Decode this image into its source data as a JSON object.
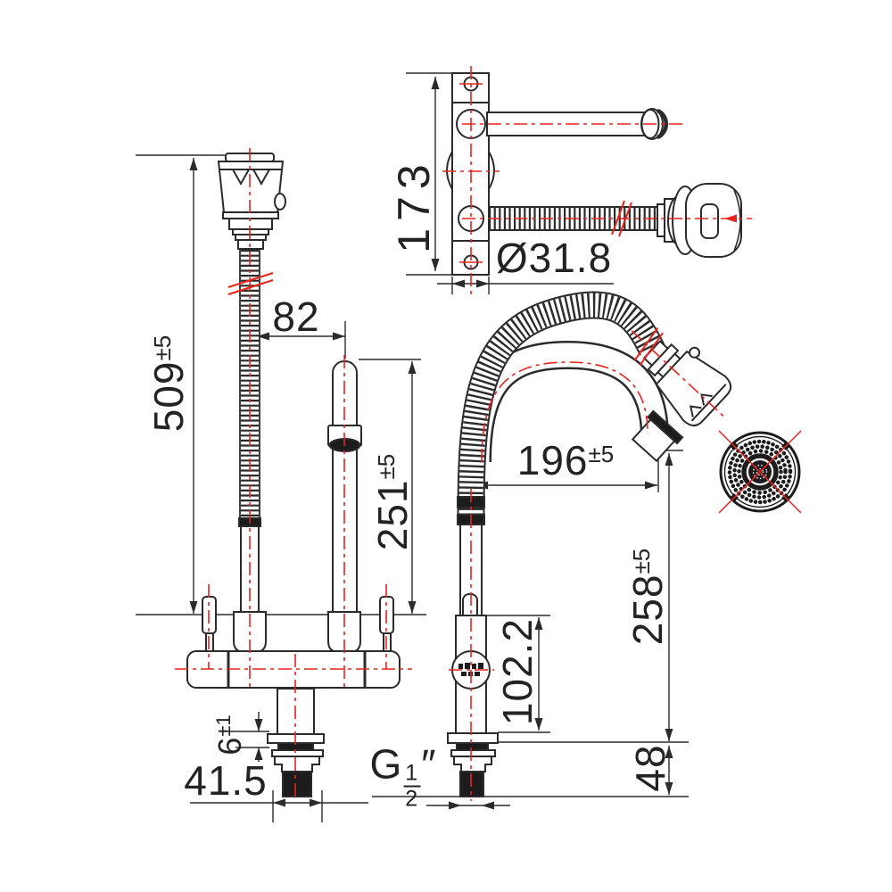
{
  "colors": {
    "background": "#ffffff",
    "line": "#2b2b2b",
    "centerline_red": "#e8231d",
    "fill_dark": "#1c1c1c"
  },
  "dimensions": {
    "plate_height": {
      "value": "173"
    },
    "plate_diameter": {
      "value": "Ø31.8"
    },
    "hose_to_pipe_offset": {
      "value": "82"
    },
    "overall_height": {
      "value": "509",
      "tolerance": "±5"
    },
    "pipe_height": {
      "value": "251",
      "tolerance": "±5"
    },
    "spout_reach": {
      "value": "196",
      "tolerance": "±5"
    },
    "outlet_height": {
      "value": "258",
      "tolerance": "±5"
    },
    "body_height": {
      "value": "102.2"
    },
    "deck_thickness": {
      "value": "6",
      "tolerance": "±1"
    },
    "base_width": {
      "value": "41.5"
    },
    "shank_length": {
      "value": "48"
    },
    "thread_size": {
      "prefix": "G",
      "numerator": "1",
      "denominator": "2",
      "suffix": "″"
    }
  }
}
